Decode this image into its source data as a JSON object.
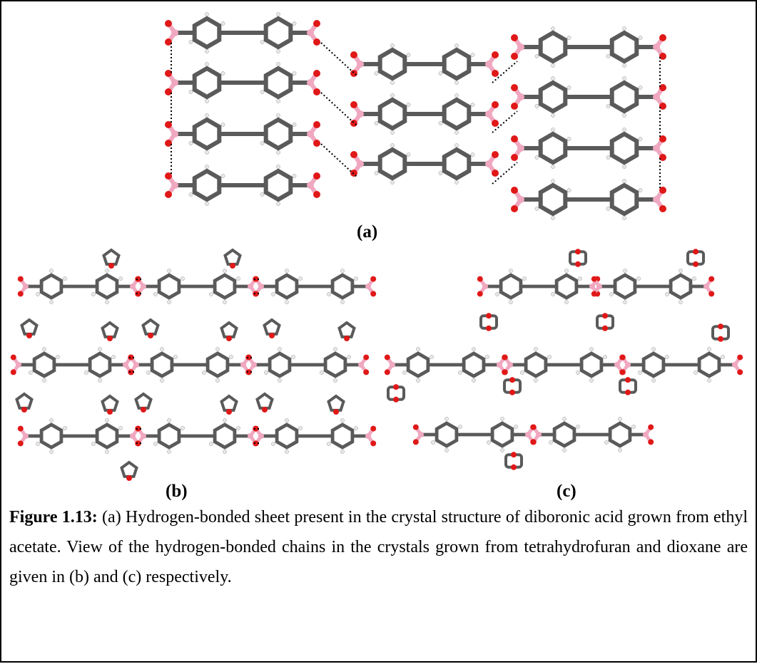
{
  "figure": {
    "panel_a_label": "(a)",
    "panel_b_label": "(b)",
    "panel_c_label": "(c)",
    "caption_label": "Figure 1.13:",
    "caption_text": " (a) Hydrogen-bonded sheet present in the crystal structure of diboronic acid grown from ethyl acetate. View of the hydrogen-bonded chains in the crystals grown from tetrahydrofuran and dioxane are given in (b) and (c) respectively."
  },
  "colors": {
    "carbon": "#5a5a5a",
    "boron": "#f0a8c0",
    "oxygen": "#e01818",
    "hydrogen": "#e8e8e8",
    "hbond": "#000000"
  }
}
